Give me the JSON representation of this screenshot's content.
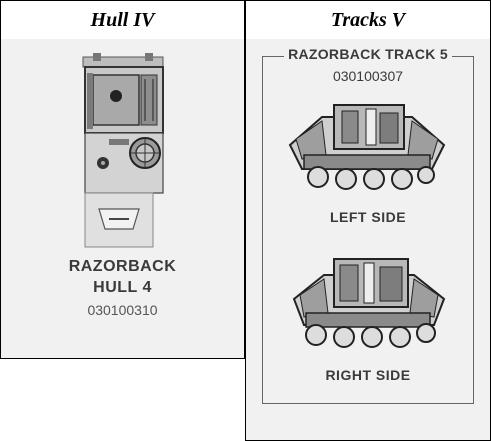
{
  "hull": {
    "header": "Hull IV",
    "name_line1": "RAZORBACK",
    "name_line2": "HULL 4",
    "code": "030100310"
  },
  "tracks": {
    "header": "Tracks V",
    "title": "RAZORBACK TRACK 5",
    "code": "030100307",
    "left_label": "LEFT SIDE",
    "right_label": "RIGHT SIDE"
  }
}
